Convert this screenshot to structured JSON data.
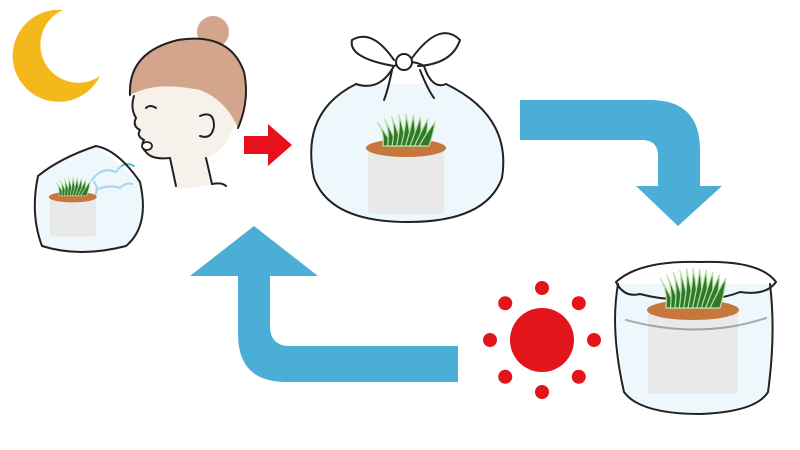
{
  "title": "",
  "colors": {
    "background": "#ffffff",
    "moon": "#f5b81c",
    "sun": "#e2151b",
    "red_arrow": "#e8101a",
    "blue_arrow": "#4aaed6",
    "skin": "#f7f1ec",
    "hair": "#d3a58c",
    "breath": "#5bb6dd",
    "plant_dark": "#2f7a2a",
    "plant_light": "#bde0a8",
    "pot_rim": "#c8773c",
    "pot_body": "#e9e9e9",
    "bag_tint": "#dff1fa"
  },
  "icons": [
    "moon-icon",
    "sun-icon",
    "person-icon",
    "succulent-pot-icon",
    "plastic-bag-icon",
    "red-arrow-icon",
    "blue-curved-arrow-icon"
  ],
  "steps": [
    {
      "id": "night-breath",
      "icon": "person-icon"
    },
    {
      "id": "tied-bag",
      "icon": "plastic-bag-icon"
    },
    {
      "id": "open-bag-in-sun",
      "icon": "sun-icon"
    }
  ]
}
